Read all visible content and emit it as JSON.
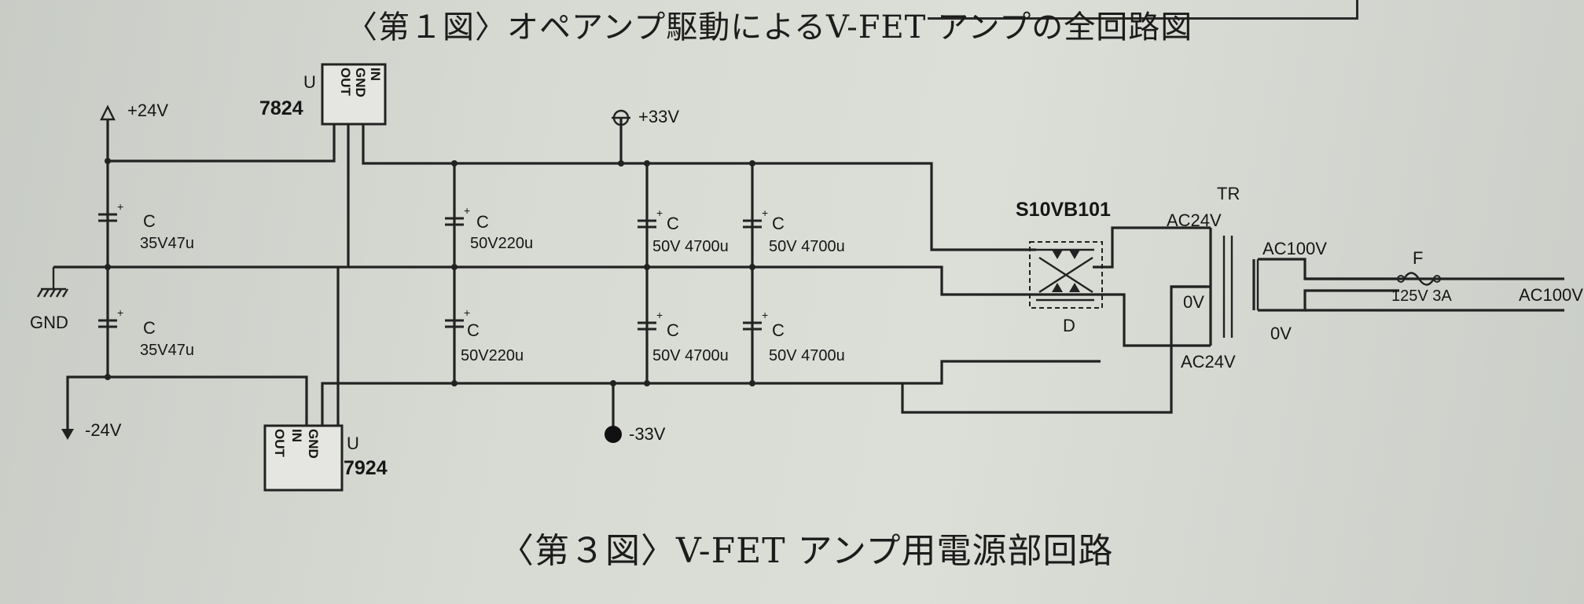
{
  "captions": {
    "fig1": "〈第１図〉オペアンプ駆動によるV-FET アンプの全回路図",
    "fig3": "〈第３図〉V-FET アンプ用電源部回路"
  },
  "rails": {
    "pos24": "+24V",
    "neg24": "-24V",
    "gnd": "GND",
    "pos33": "+33V",
    "neg33": "-33V"
  },
  "regulators": {
    "pos": {
      "u": "U",
      "part": "7824",
      "pins": [
        "OUT",
        "GND",
        "IN"
      ]
    },
    "neg": {
      "u": "U",
      "part": "7924",
      "pins": [
        "OUT",
        "IN",
        "GND"
      ]
    }
  },
  "capacitors": {
    "c_label": "C",
    "c1": "35V47u",
    "c2": "35V47u",
    "c3": "50V220u",
    "c4": "50V220u",
    "c5": "50V 4700u",
    "c6": "50V 4700u",
    "c7": "50V 4700u",
    "c8": "50V 4700u"
  },
  "rectifier": {
    "part": "S10VB101",
    "ref": "D"
  },
  "transformer": {
    "ref": "TR",
    "sec_top": "AC24V",
    "sec_center": "0V",
    "sec_bottom": "AC24V",
    "pri_top": "AC100V",
    "pri_bottom": "0V"
  },
  "fuse": {
    "ref": "F",
    "rating": "125V 3A"
  },
  "input": {
    "label": "AC100V"
  }
}
